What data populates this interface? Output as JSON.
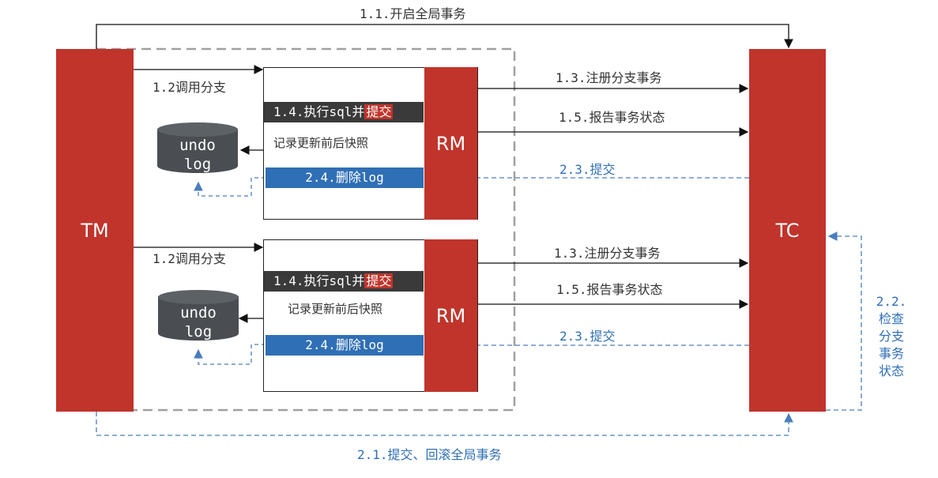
{
  "tm": {
    "label": "TM"
  },
  "tc": {
    "label": "TC"
  },
  "flow": {
    "begin_global": "1.1.开启全局事务",
    "commit_rollback_global": "2.1.提交、回滚全局事务",
    "check_branch": [
      "2.2.",
      "检查",
      "分支",
      "事务",
      "状态"
    ]
  },
  "branches": [
    {
      "rm_label": "RM",
      "call_branch": "1.2调用分支",
      "exec_prefix": "1.4.执行sql并",
      "exec_highlight": "提交",
      "snapshot": "记录更新前后快照",
      "delete_log": "2.4.删除log",
      "undo_line1": "undo",
      "undo_line2": "log",
      "register": "1.3.注册分支事务",
      "report": "1.5.报告事务状态",
      "commit": "2.3.提交"
    },
    {
      "rm_label": "RM",
      "call_branch": "1.2调用分支",
      "exec_prefix": "1.4.执行sql并",
      "exec_highlight": "提交",
      "snapshot": "记录更新前后快照",
      "delete_log": "2.4.删除log",
      "undo_line1": "undo",
      "undo_line2": "log",
      "register": "1.3.注册分支事务",
      "report": "1.5.报告事务状态",
      "commit": "2.3.提交"
    }
  ],
  "colors": {
    "red": "#c0342b",
    "blue": "#2f6fb5",
    "dark": "#3a3a3a",
    "db": "#4a4e53",
    "dash_gray": "#9a9a9a"
  }
}
